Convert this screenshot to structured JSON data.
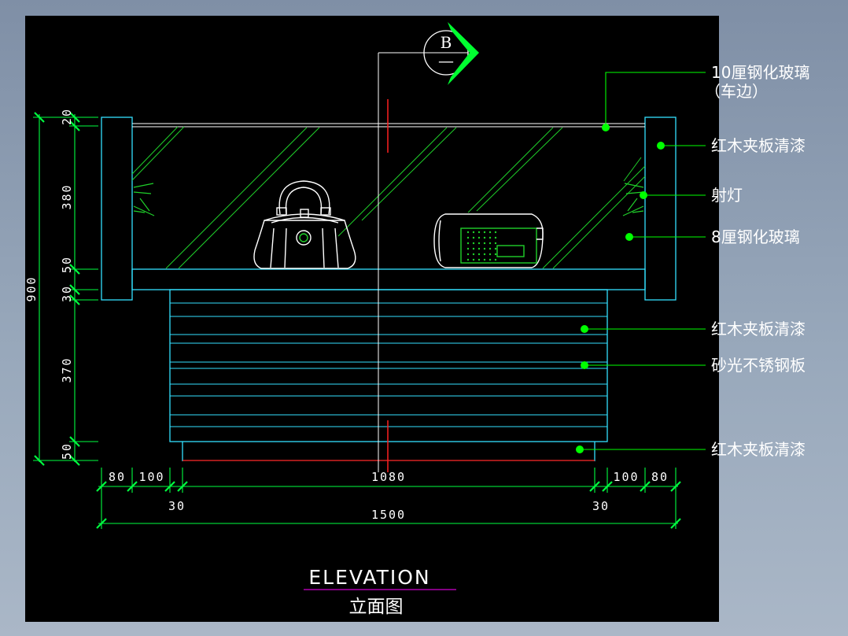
{
  "drawing": {
    "colors": {
      "background": "#000000",
      "cabinet": "#33e0ff",
      "glass": "#1fd02a",
      "dimension": "#00ff40",
      "leader": "#00ff00",
      "axis": "#ff2020",
      "underline": "#d000d0",
      "text": "#ffffff"
    },
    "section_marker": {
      "letter": "B",
      "sub": "—"
    },
    "callouts": [
      {
        "id": "tempered-glass-10",
        "lines": [
          "10厘钢化玻璃",
          "（车边）"
        ]
      },
      {
        "id": "mahogany-plywood-top",
        "lines": [
          "红木夹板清漆"
        ]
      },
      {
        "id": "spotlight",
        "lines": [
          "射灯"
        ]
      },
      {
        "id": "tempered-glass-8",
        "lines": [
          "8厘钢化玻璃"
        ]
      },
      {
        "id": "mahogany-plywood-mid",
        "lines": [
          "红木夹板清漆"
        ]
      },
      {
        "id": "brushed-stainless",
        "lines": [
          "砂光不锈钢板"
        ]
      },
      {
        "id": "mahogany-plywood-base",
        "lines": [
          "红木夹板清漆"
        ]
      }
    ],
    "vertical_dims": {
      "segments": [
        "20",
        "380",
        "50",
        "30",
        "370",
        "50"
      ],
      "total": "900"
    },
    "horizontal_dims": {
      "top_row": [
        "80",
        "100",
        "1080",
        "100",
        "80"
      ],
      "mid_row": [
        "30",
        "30"
      ],
      "total": "1500"
    },
    "title_en": "ELEVATION",
    "title_cn": "立面图"
  }
}
